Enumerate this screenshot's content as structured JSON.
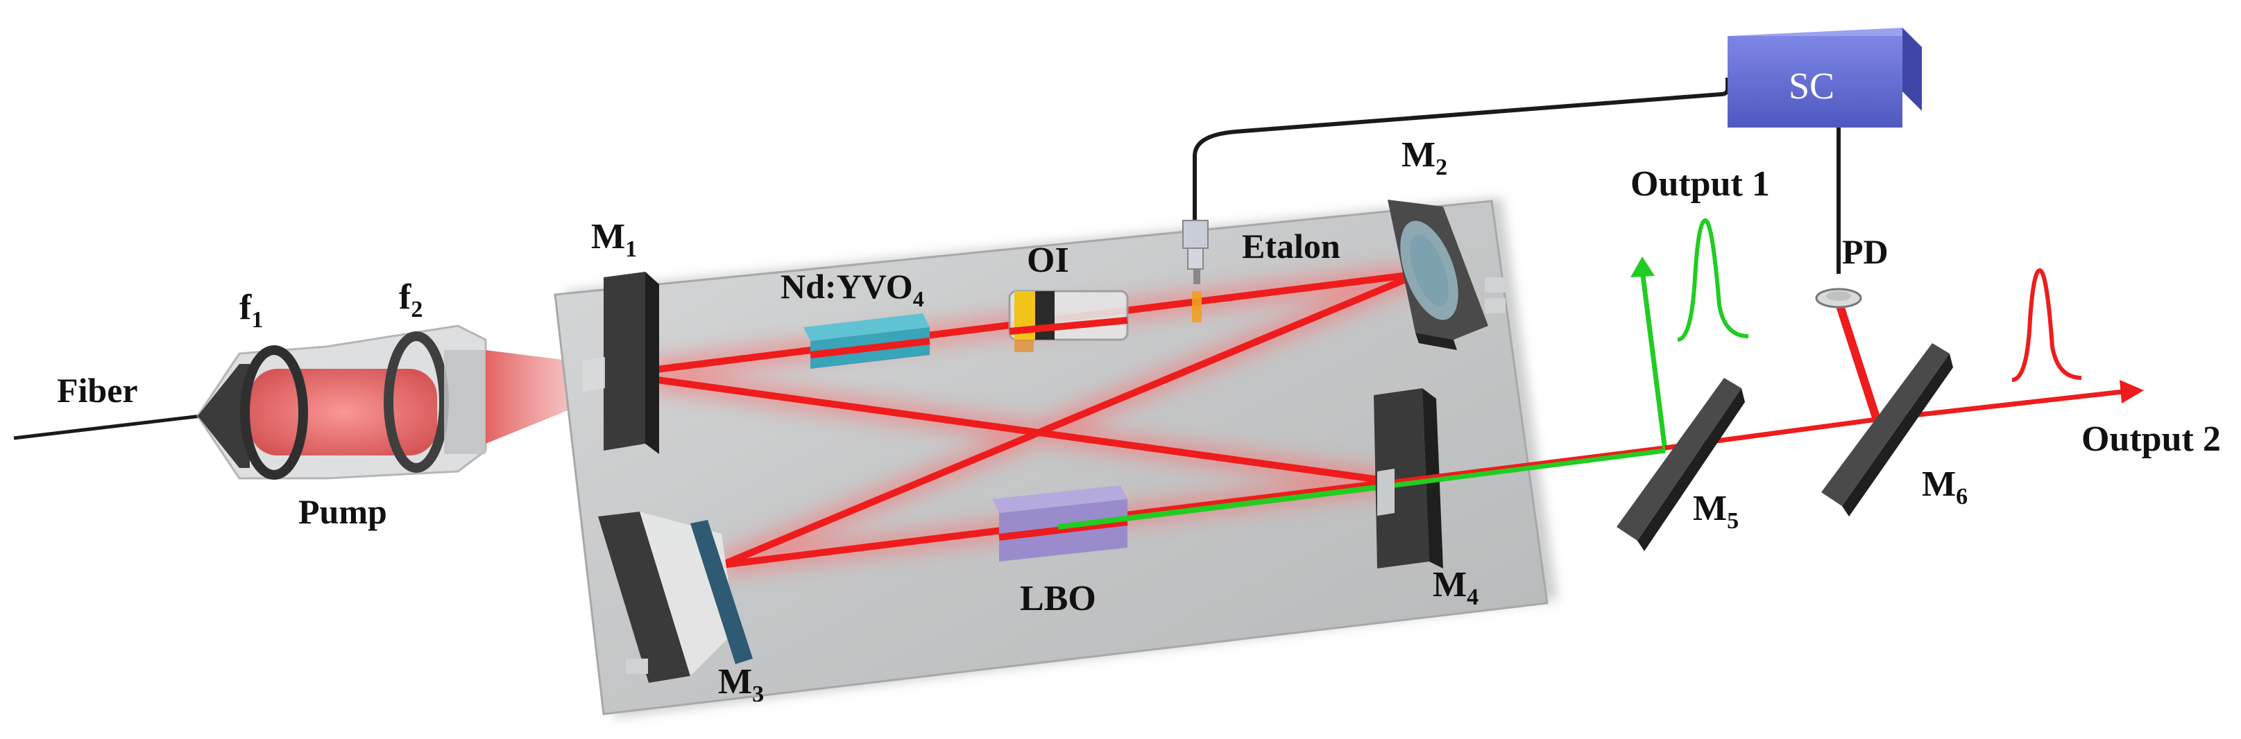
{
  "labels": {
    "fiber": "Fiber",
    "f1_base": "f",
    "f1_sub": "1",
    "f2_base": "f",
    "f2_sub": "2",
    "pump": "Pump",
    "m1_base": "M",
    "m1_sub": "1",
    "m2_base": "M",
    "m2_sub": "2",
    "m3_base": "M",
    "m3_sub": "3",
    "m4_base": "M",
    "m4_sub": "4",
    "m5_base": "M",
    "m5_sub": "5",
    "m6_base": "M",
    "m6_sub": "6",
    "ndyvo4_base": "Nd:YVO",
    "ndyvo4_sub": "4",
    "oi": "OI",
    "etalon": "Etalon",
    "lbo": "LBO",
    "sc": "SC",
    "pd": "PD",
    "output1": "Output 1",
    "output2": "Output 2"
  },
  "colors": {
    "laser_red": "#ee1c1c",
    "laser_green": "#22cc22",
    "sc_box": "#6670d6",
    "table": "#c9cbcc",
    "mirror": "#3a3a3a",
    "cable": "#1a1a1a",
    "crystal_nd": "#3aa4b8",
    "crystal_lbo": "#9a8ccc"
  },
  "icons": [
    "pulse-icon",
    "arrow-icon",
    "mirror-icon",
    "crystal-icon",
    "lens-icon",
    "photodiode-icon",
    "controller-box-icon"
  ]
}
